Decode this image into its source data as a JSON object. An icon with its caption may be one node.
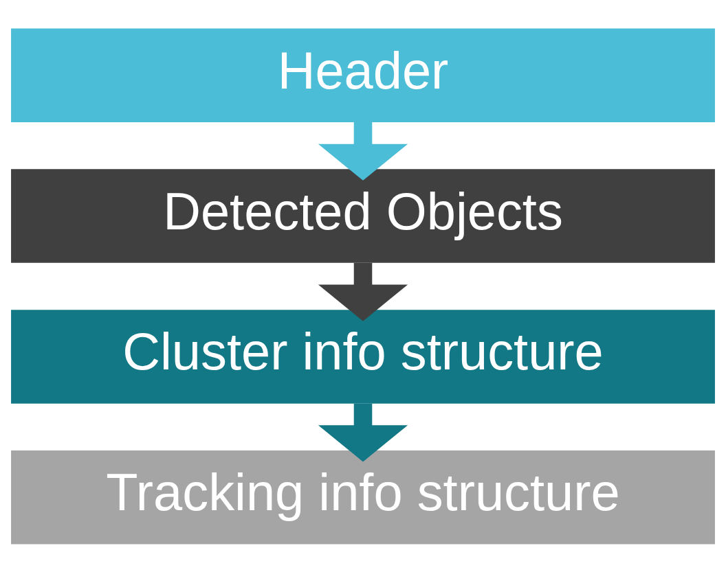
{
  "diagram": {
    "nodes": [
      {
        "text": [
          "Header"
        ]
      },
      {
        "text": [
          "Detected Objects"
        ]
      },
      {
        "text": [
          "Cluster info structure"
        ]
      },
      {
        "text": [
          "Tracking info structure"
        ]
      }
    ],
    "edges": [
      {
        "from": 0,
        "to": 1,
        "arrow": "to",
        "color": "#4bbdd6"
      },
      {
        "from": 1,
        "to": 2,
        "arrow": "to",
        "color": "#404040"
      },
      {
        "from": 2,
        "to": 3,
        "arrow": "to",
        "color": "#137886"
      }
    ]
  }
}
